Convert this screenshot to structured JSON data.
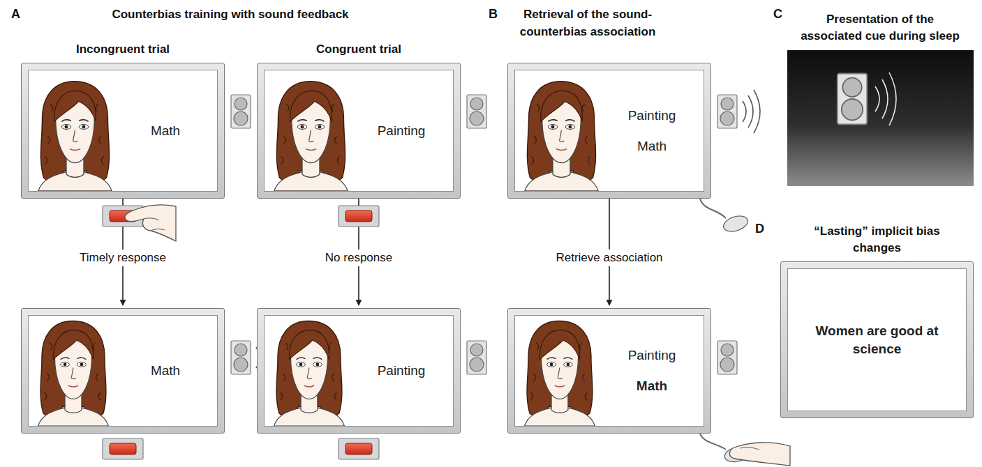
{
  "diagram": {
    "nodes": [
      {
        "text": [
          "Incongruent trial",
          "Math"
        ]
      },
      {
        "text": [
          "Congruent trial",
          "Painting"
        ]
      },
      {
        "text": [
          "Math"
        ]
      },
      {
        "text": [
          "Painting"
        ]
      },
      {
        "text": [
          "Painting",
          "Math"
        ]
      },
      {
        "text": [
          "Painting",
          "Math"
        ]
      },
      {
        "text": [
          "Presentation of the associated cue during sleep"
        ]
      },
      {
        "text": [
          "“Lasting” implicit bias changes",
          "Women are good at science"
        ]
      }
    ],
    "edges": [
      {
        "from": 0,
        "to": 2,
        "arrow": "to",
        "label": "Timely response"
      },
      {
        "from": 1,
        "to": 3,
        "arrow": "to",
        "label": "No response"
      },
      {
        "from": 4,
        "to": 5,
        "arrow": "to",
        "label": "Retrieve association"
      }
    ],
    "labels": [
      "A",
      "Counterbias training with sound feedback",
      "B",
      "Retrieval of the sound-counterbias association",
      "C",
      "D"
    ]
  }
}
